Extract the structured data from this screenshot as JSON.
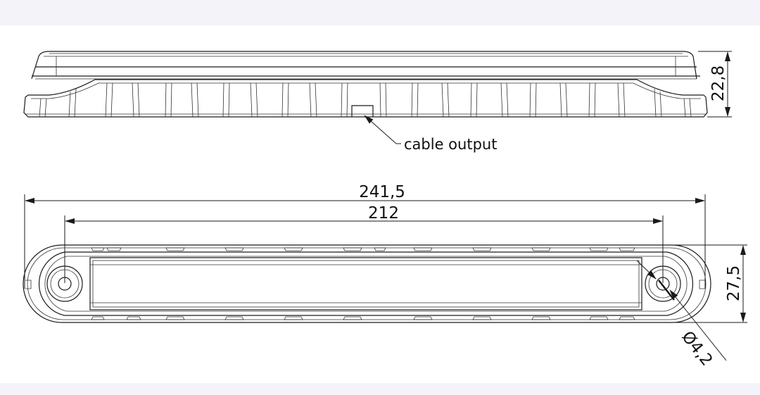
{
  "side_view": {
    "height_dimension": "22,8",
    "annotation": "cable output"
  },
  "top_view": {
    "overall_length": "241,5",
    "hole_spacing": "212",
    "width_dimension": "27,5",
    "hole_diameter": "Ø4,2"
  },
  "colors": {
    "background": "#f4f4f8",
    "sheet": "#ffffff",
    "line": "#1a1a1a"
  }
}
